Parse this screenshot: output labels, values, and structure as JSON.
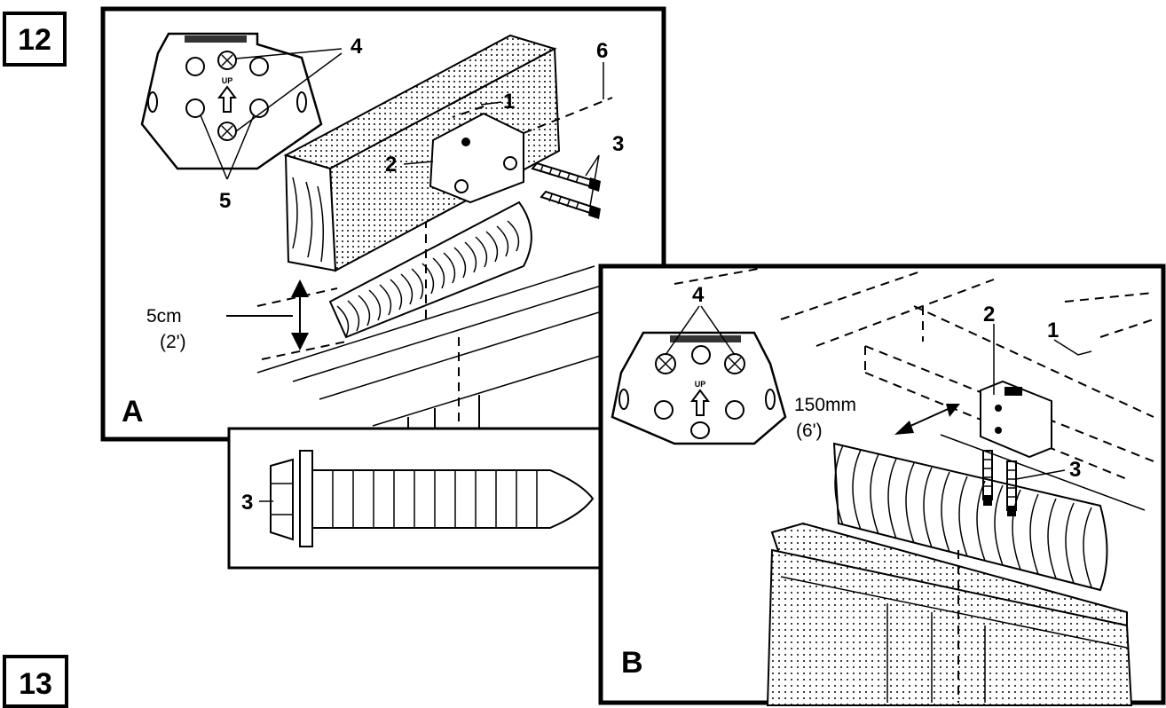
{
  "figures": [
    {
      "number": "12"
    },
    {
      "number": "13"
    }
  ],
  "panel_a": {
    "letter": "A",
    "callouts": [
      "1",
      "2",
      "3",
      "4",
      "5",
      "6"
    ],
    "dimension_metric": "5cm",
    "dimension_imperial": "(2')",
    "bracket_arrow_text": "UP"
  },
  "panel_b": {
    "letter": "B",
    "callouts": [
      "1",
      "2",
      "3",
      "4"
    ],
    "dimension_metric": "150mm",
    "dimension_imperial": "(6')",
    "bracket_arrow_text": "UP"
  },
  "screw_detail": {
    "callout": "3"
  }
}
